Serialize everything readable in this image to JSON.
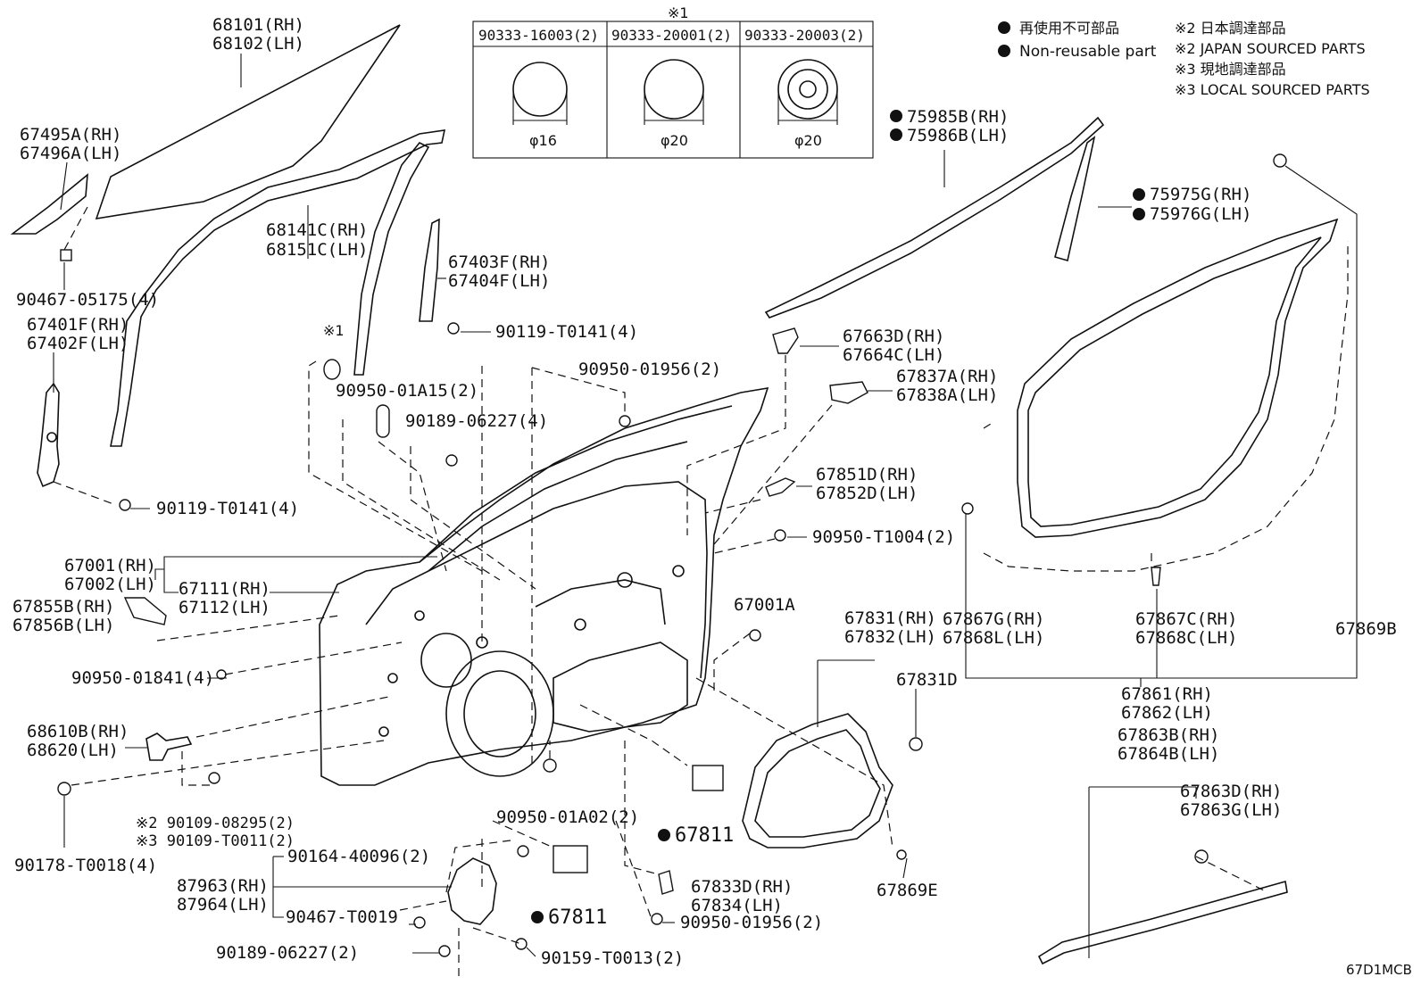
{
  "reference_code": "67D1MCB",
  "legend": {
    "non_reusable_jp": "再使用不可部品",
    "non_reusable_en": "Non-reusable part",
    "japan_sourced_jp": "※2 日本調達部品",
    "japan_sourced_en": "※2 JAPAN SOURCED PARTS",
    "local_sourced_jp": "※3 現地調達部品",
    "local_sourced_en": "※3 LOCAL SOURCED PARTS"
  },
  "plug_table": {
    "note": "※1",
    "columns": [
      {
        "part": "90333-16003(2)",
        "size": "φ16"
      },
      {
        "part": "90333-20001(2)",
        "size": "φ20"
      },
      {
        "part": "90333-20003(2)",
        "size": "φ20"
      }
    ]
  },
  "labels": {
    "p68101": "68101(RH)",
    "p68102": "68102(LH)",
    "p67495a": "67495A(RH)",
    "p67496a": "67496A(LH)",
    "p90467_05175": "90467-05175(4)",
    "p67401f": "67401F(RH)",
    "p67402f": "67402F(LH)",
    "p68141c": "68141C(RH)",
    "p68151c": "68151C(LH)",
    "p67403f": "67403F(RH)",
    "p67404f": "67404F(LH)",
    "p90119_t0141_a": "90119-T0141(4)",
    "p90119_t0141_b": "90119-T0141(4)",
    "note1": "※1",
    "p90950_01a15": "90950-01A15(2)",
    "p90950_01956_a": "90950-01956(2)",
    "p90189_06227_a": "90189-06227(4)",
    "p75985b": "75985B(RH)",
    "p75986b": "75986B(LH)",
    "p75975g": "75975G(RH)",
    "p75976g": "75976G(LH)",
    "p67663d": "67663D(RH)",
    "p67664c": "67664C(LH)",
    "p67837a": "67837A(RH)",
    "p67838a": "67838A(LH)",
    "p67851d": "67851D(RH)",
    "p67852d": "67852D(LH)",
    "p90950_t1004": "90950-T1004(2)",
    "p67001": "67001(RH)",
    "p67002": "67002(LH)",
    "p67111": "67111(RH)",
    "p67112": "67112(LH)",
    "p67855b": "67855B(RH)",
    "p67856b": "67856B(LH)",
    "p67001a": "67001A",
    "p90950_01841": "90950-01841(4)",
    "p67831": "67831(RH)",
    "p67832": "67832(LH)",
    "p67831d": "67831D",
    "p67867g": "67867G(RH)",
    "p67868l": "67868L(LH)",
    "p67867c": "67867C(RH)",
    "p67868c": "67868C(LH)",
    "p67869b": "67869B",
    "p67861": "67861(RH)",
    "p67862": "67862(LH)",
    "p67863b": "67863B(RH)",
    "p67864b": "67864B(LH)",
    "p67863d": "67863D(RH)",
    "p67863g": "67863G(LH)",
    "p68610b": "68610B(RH)",
    "p68620": "68620(LH)",
    "p90109_08295": "※2 90109-08295(2)",
    "p90109_t0011": "※3 90109-T0011(2)",
    "p90178_t0018": "90178-T0018(4)",
    "p90950_01a02": "90950-01A02(2)",
    "p67811_a": "67811",
    "p67811_b": "67811",
    "p90164_40096": "90164-40096(2)",
    "p87963": "87963(RH)",
    "p87964": "87964(LH)",
    "p90467_t0019": "90467-T0019",
    "p90189_06227_b": "90189-06227(2)",
    "p90159_t0013": "90159-T0013(2)",
    "p67833d": "67833D(RH)",
    "p67834": "67834(LH)",
    "p90950_01956_b": "90950-01956(2)",
    "p67869e": "67869E"
  }
}
